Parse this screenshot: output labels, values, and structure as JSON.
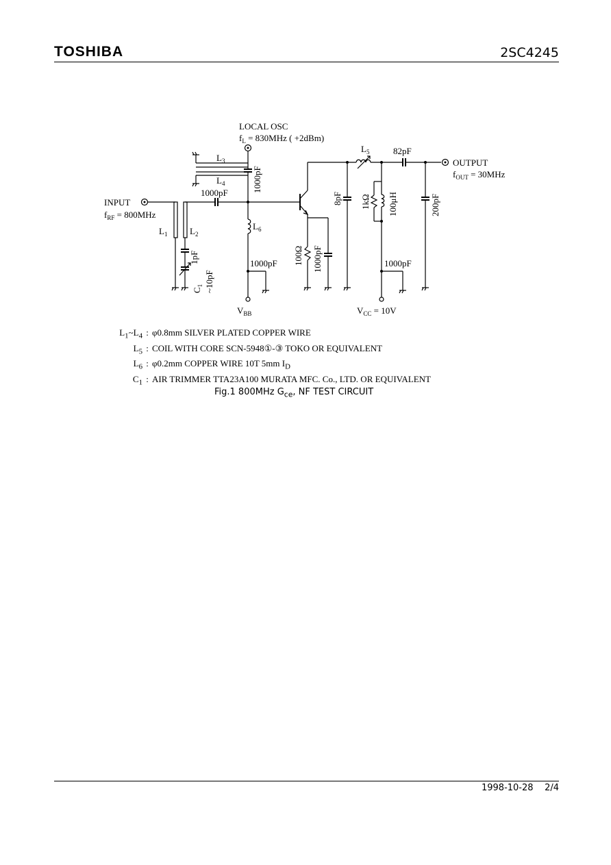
{
  "header": {
    "brand": "TOSHIBA",
    "part_number": "2SC4245"
  },
  "circuit": {
    "local_osc": "LOCAL OSC",
    "fl_sym": "f",
    "fl_sub": "L",
    "fl_value": " = 830MHz ( +2dBm)",
    "input_label": "INPUT",
    "frf_sym": "f",
    "frf_sub": "RF",
    "frf_value": " = 800MHz",
    "output_label": "OUTPUT",
    "fout_sym": "f",
    "fout_sub": "OUT",
    "fout_value": " = 30MHz",
    "l1_sym": "L",
    "l1_sub": "1",
    "l2_sym": "L",
    "l2_sub": "2",
    "l3_sym": "L",
    "l3_sub": "3",
    "l4_sym": "L",
    "l4_sub": "4",
    "l5_sym": "L",
    "l5_sub": "5",
    "l6_sym": "L",
    "l6_sub": "6",
    "c1_sym": "C",
    "c1_sub": "1",
    "c1_range": "~10pF",
    "cap_input": "1000pF",
    "cap_osc": "1000pF",
    "cap_1pf": "1pF",
    "cap_vbb": "1000pF",
    "res_emitter": "100Ω",
    "cap_emitter": "1000pF",
    "cap_8pf": "8pF",
    "res_1k": "1kΩ",
    "ind_100uh": "100μH",
    "cap_82pf": "82pF",
    "cap_200pf": "200pF",
    "cap_vcc": "1000pF",
    "vbb_sym": "V",
    "vbb_sub": "BB",
    "vcc_sym": "V",
    "vcc_sub": "CC",
    "vcc_value": " = 10V"
  },
  "notes": [
    {
      "sym": "L",
      "sub": "1",
      "sym2": "~L",
      "sub2": "4",
      "text": "φ0.8mm SILVER PLATED COPPER WIRE"
    },
    {
      "sym": "L",
      "sub": "5",
      "text": "COIL WITH CORE SCN-5948①-③ TOKO OR EQUIVALENT"
    },
    {
      "sym": "L",
      "sub": "6",
      "text": "φ0.2mm COPPER WIRE 10T 5mm I",
      "tsub": "D"
    },
    {
      "sym": "C",
      "sub": "1",
      "text": "AIR TRIMMER TTA23A100 MURATA MFC. Co., LTD. OR EQUIVALENT"
    }
  ],
  "note_separator": ":",
  "caption": {
    "pre": "Fig.1  800MHz G",
    "sub": "ce",
    "post": ", NF TEST CIRCUIT"
  },
  "footer": {
    "date": "1998-10-28",
    "page": "2/4"
  }
}
